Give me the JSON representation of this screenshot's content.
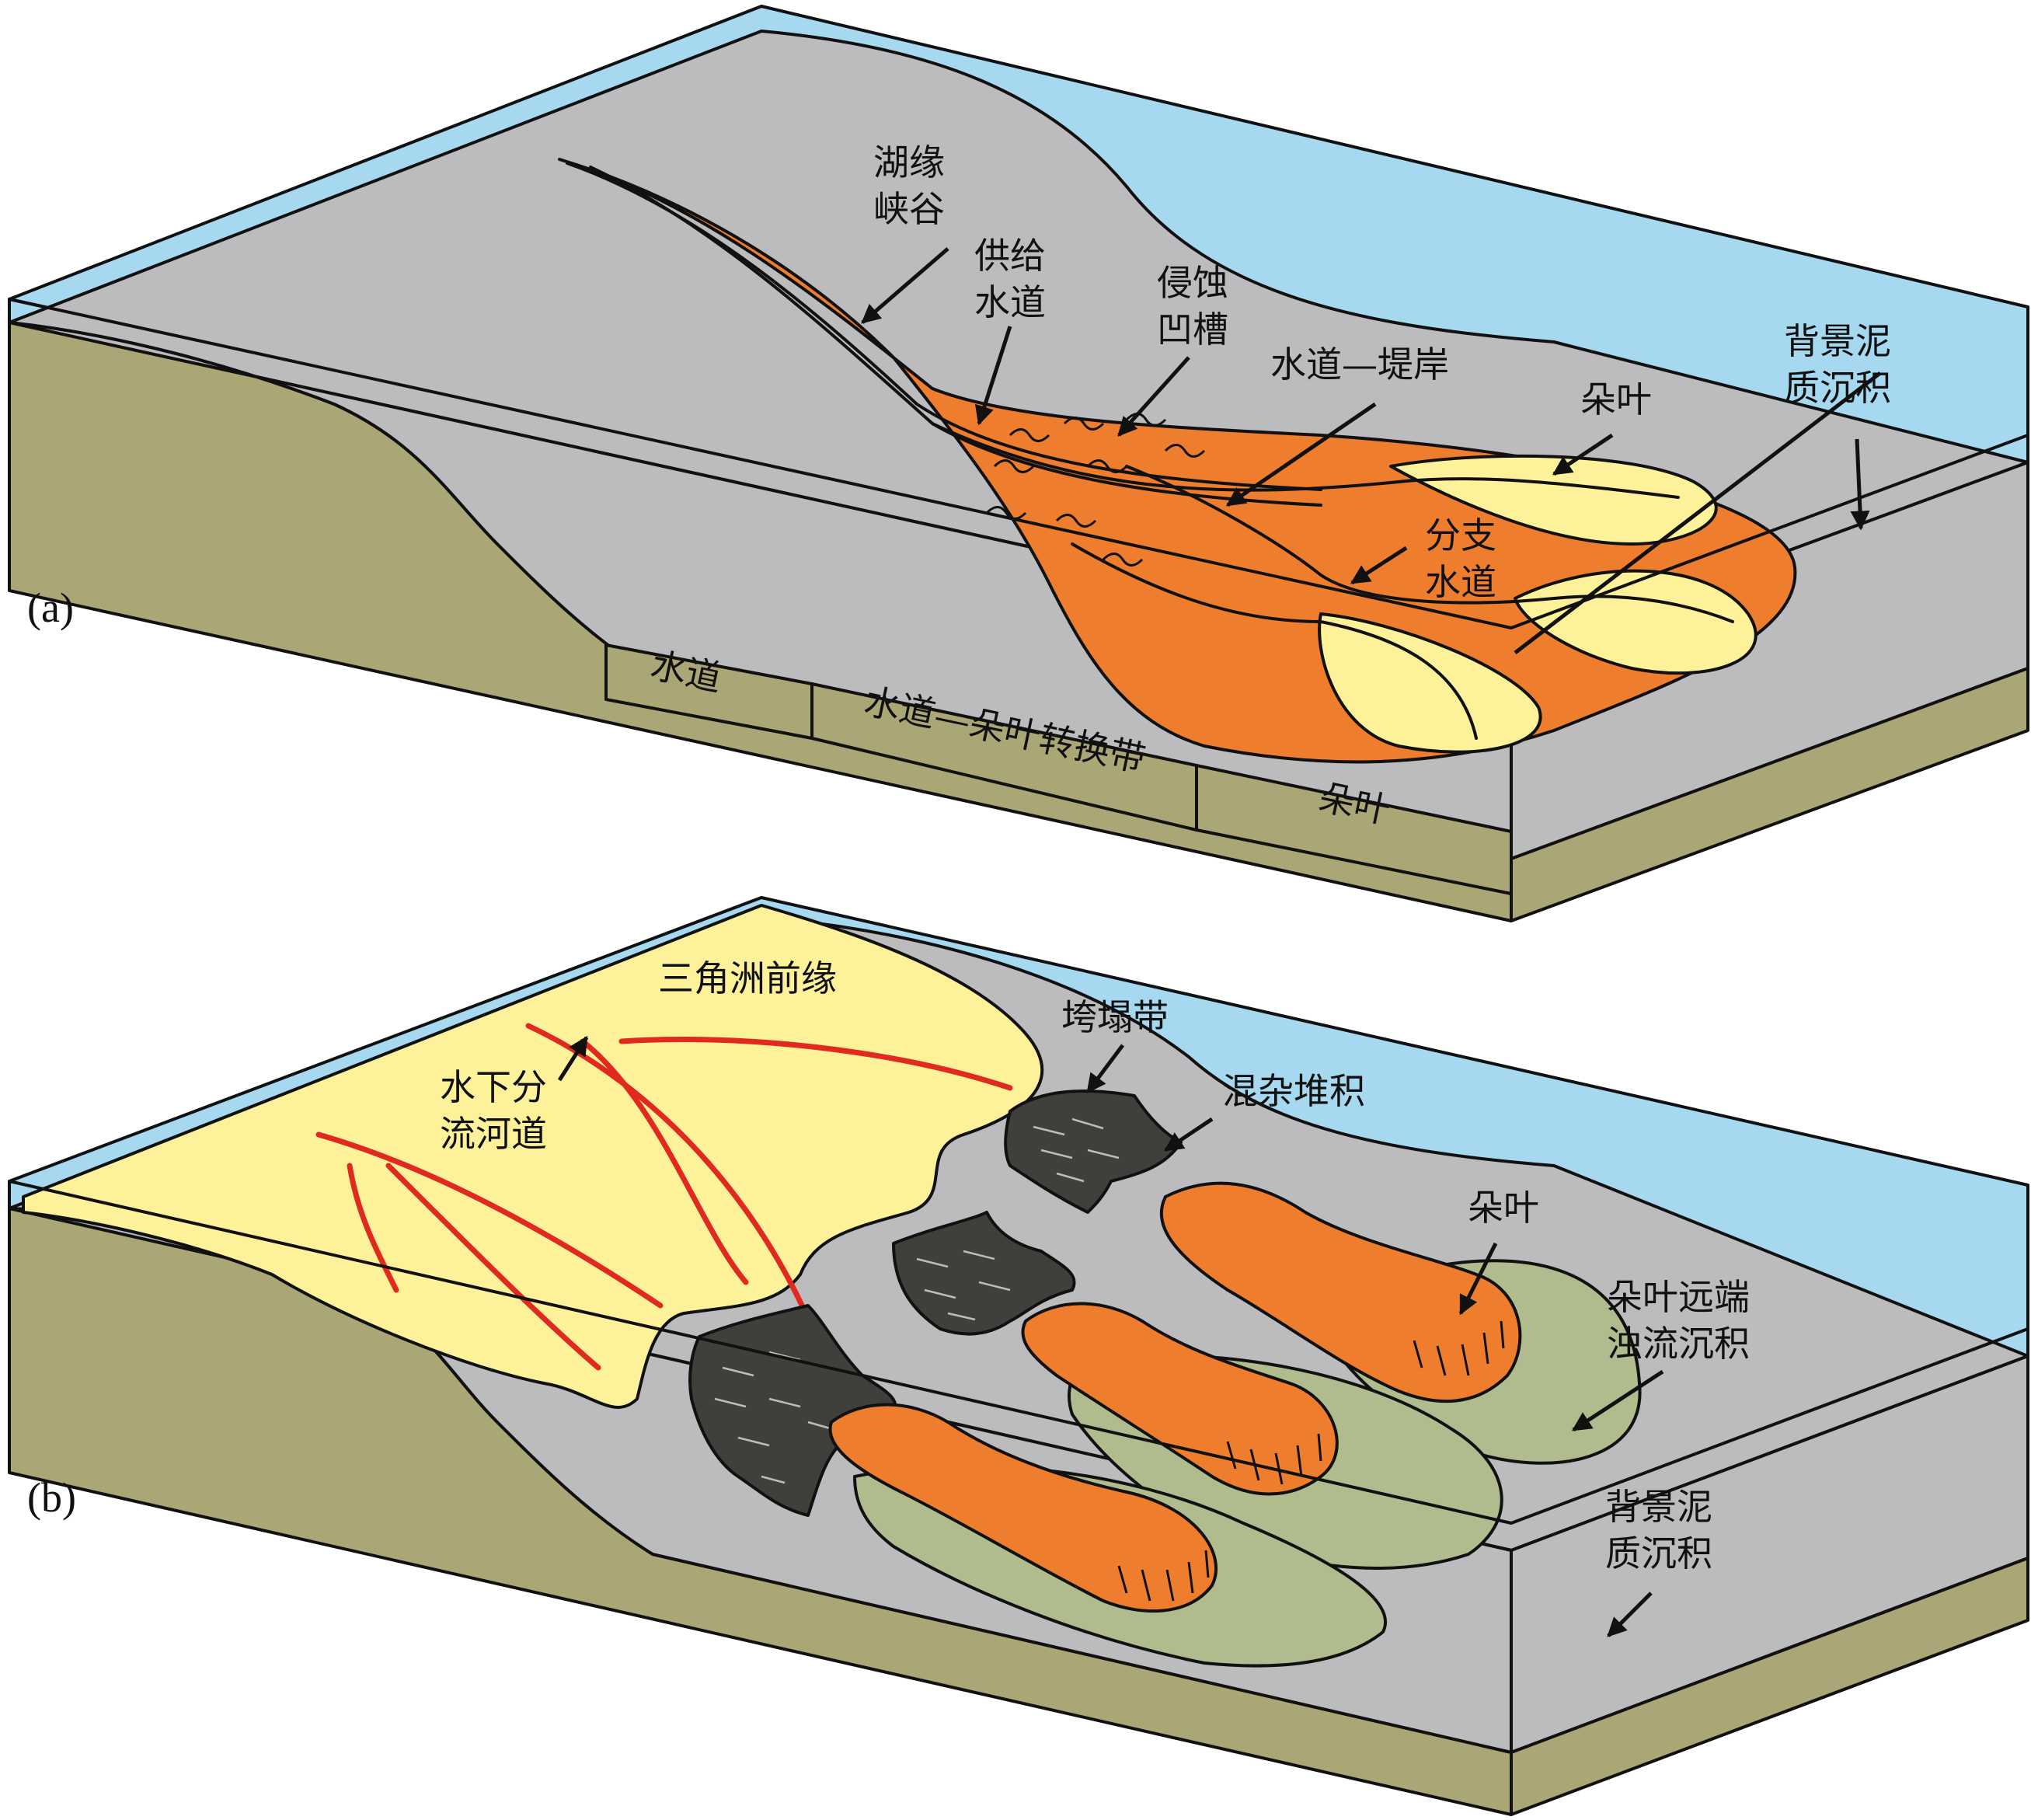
{
  "colors": {
    "water": "#a6d9ef",
    "sediment_gray": "#bcbcbe",
    "base_khaki": "#aaa675",
    "channel_orange": "#ee7e2e",
    "lobe_yellow": "#fdf29a",
    "distal_green": "#b0bc8e",
    "slump_dark": "#3f3f3b",
    "distributary_red": "#e02a20",
    "outline": "#111111"
  },
  "panel_a": {
    "tag": "(a)",
    "labels": {
      "valley": [
        "湖缘",
        "峡谷"
      ],
      "feeder_channel": [
        "供给",
        "水道"
      ],
      "erosion_trough": [
        "侵蚀",
        "凹槽"
      ],
      "channel_levee": "水道—堤岸",
      "lobe": "朵叶",
      "branch_channel": [
        "分支",
        "水道"
      ],
      "background_mud": [
        "背景泥",
        "质沉积"
      ]
    },
    "zones": [
      "水道",
      "水道—朵叶转换带",
      "朵叶"
    ]
  },
  "panel_b": {
    "tag": "(b)",
    "labels": {
      "delta_front": "三角洲前缘",
      "underwater_distributary": [
        "水下分",
        "流河道"
      ],
      "slump_zone": "垮塌带",
      "chaotic_deposit": "混杂堆积",
      "lobe": "朵叶",
      "distal_turbidite": [
        "朵叶远端",
        "浊流沉积"
      ],
      "background_mud": [
        "背景泥",
        "质沉积"
      ]
    }
  }
}
